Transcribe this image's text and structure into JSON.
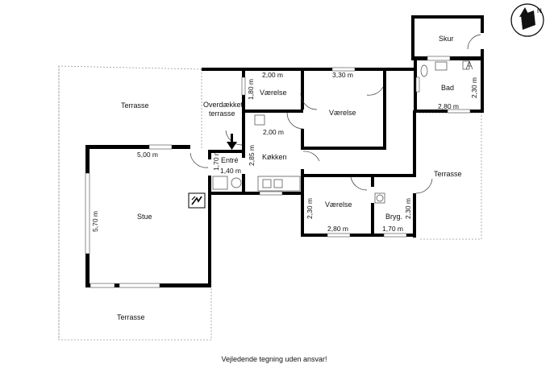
{
  "rooms": {
    "terrasse_top_left": "Terrasse",
    "overdaekket_line1": "Overdækket",
    "overdaekket_line2": "terrasse",
    "vaerelse_small": "Værelse",
    "vaerelse_large": "Værelse",
    "skur": "Skur",
    "bad": "Bad",
    "entre": "Entré",
    "koekken": "Køkken",
    "stue": "Stue",
    "terrasse_right": "Terrasse",
    "vaerelse_bottom": "Værelse",
    "bryg": "Bryg.",
    "terrasse_bottom": "Terrasse"
  },
  "dimensions": {
    "d_200_top": "2,00 m",
    "d_330": "3,30 m",
    "d_180": "1,80 m",
    "d_200_mid": "2,00 m",
    "d_500": "5,00 m",
    "d_285": "2,85 m",
    "d_170_v": "1,70 m",
    "d_140": "1,40 m",
    "d_570": "5,70 m",
    "d_230_bad": "2,30 m",
    "d_280_bad": "2,80 m",
    "d_230_vaer": "2,30 m",
    "d_280_vaer": "2,80 m",
    "d_170_bryg": "1,70 m",
    "d_230_bryg": "2,30 m"
  },
  "compass": {
    "label": "N"
  },
  "disclaimer": "Vejledende tegning uden ansvar!"
}
